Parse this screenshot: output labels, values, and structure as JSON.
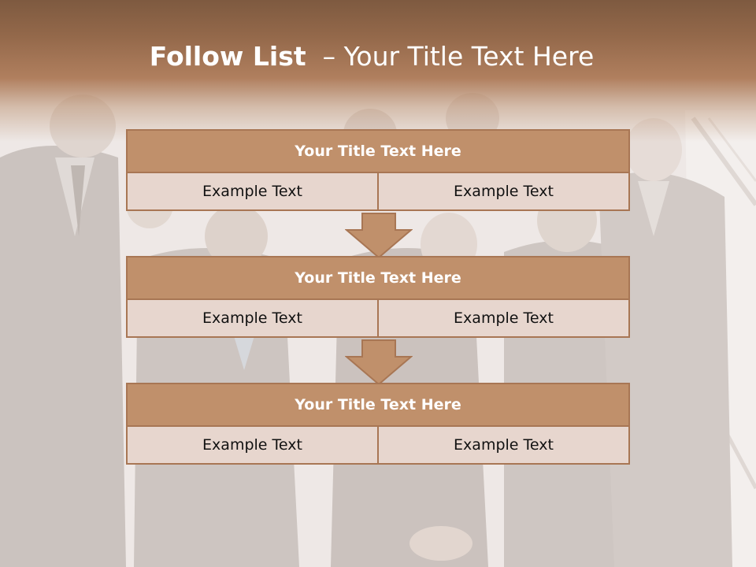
{
  "slide": {
    "title_bold": "Follow List",
    "title_rest": "  – Your Title Text Here"
  },
  "steps": [
    {
      "title": "Your Title Text Here",
      "left": "Example Text",
      "right": "Example Text"
    },
    {
      "title": "Your Title Text Here",
      "left": "Example Text",
      "right": "Example Text"
    },
    {
      "title": "Your Title Text Here",
      "left": "Example Text",
      "right": "Example Text"
    }
  ],
  "colors": {
    "header": "#93684a",
    "box_title": "#c0906b",
    "box_cell": "#e7d6ce",
    "border": "#a87654"
  }
}
